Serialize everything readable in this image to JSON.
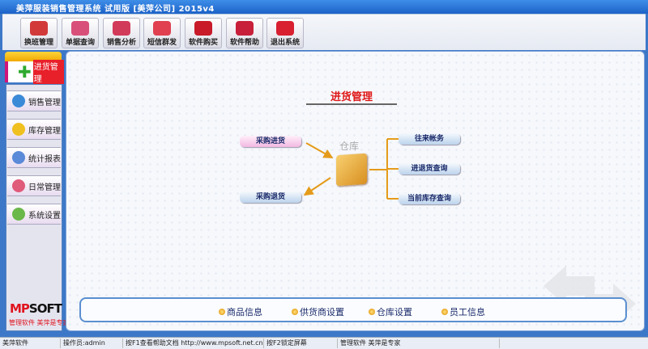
{
  "title": "美萍服装销售管理系统 试用版 [美萍公司] 2015v4",
  "toolbar": [
    {
      "label": "换班管理",
      "icon": "users-icon",
      "color": "#d23a3a"
    },
    {
      "label": "单据查询",
      "icon": "search-icon",
      "color": "#d8507a"
    },
    {
      "label": "销售分析",
      "icon": "bar-chart-icon",
      "color": "#d23a5a"
    },
    {
      "label": "短信群发",
      "icon": "mail-icon",
      "color": "#e04050"
    },
    {
      "label": "软件购买",
      "icon": "yen-icon",
      "color": "#c81a28"
    },
    {
      "label": "软件帮助",
      "icon": "help-icon",
      "color": "#c8203a"
    },
    {
      "label": "退出系统",
      "icon": "power-icon",
      "color": "#d82030"
    }
  ],
  "sidebar": {
    "active": "进货管理",
    "items": [
      {
        "label": "销售管理",
        "color": "#3a8ad8"
      },
      {
        "label": "库存管理",
        "color": "#f0c020"
      },
      {
        "label": "统计报表",
        "color": "#5a8ad8"
      },
      {
        "label": "日常管理",
        "color": "#e05a7a"
      },
      {
        "label": "系统设置",
        "color": "#6ab84a"
      }
    ],
    "logo": "MPSOFT",
    "slogan": "管理软件 美萍是专家"
  },
  "main": {
    "title": "进货管理",
    "warehouse": "仓库",
    "left_buttons": [
      "采购进货",
      "采购退货"
    ],
    "right_buttons": [
      "往来帐务",
      "进退货查询",
      "当前库存查询"
    ],
    "bottom": [
      "商品信息",
      "供货商设置",
      "仓库设置",
      "员工信息"
    ]
  },
  "status": [
    "美萍软件",
    "操作员:admin",
    "按F1查看帮助文档  http://www.mpsoft.net.cn",
    "按F2锁定屏幕",
    "管理软件 美萍是专家"
  ]
}
